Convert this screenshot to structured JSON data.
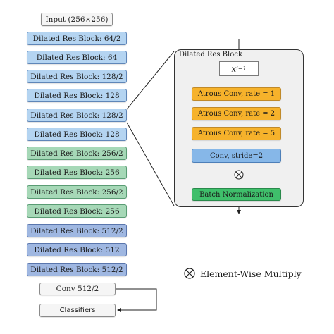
{
  "main_blocks": [
    "Input (256×256)",
    "Dilated Res Block: 64/2",
    "Dilated Res Block: 64",
    "Dilated Res Block: 128/2",
    "Dilated Res Block: 128",
    "Dilated Res Block: 128/2",
    "Dilated Res Block: 128",
    "Dilated Res Block: 256/2",
    "Dilated Res Block: 256",
    "Dilated Res Block: 256/2",
    "Dilated Res Block: 256",
    "Dilated Res Block: 512/2",
    "Dilated Res Block: 512",
    "Dilated Res Block: 512/2",
    "Conv  512/2",
    "Classifiers"
  ],
  "detail": {
    "title": "Dilated Res Block",
    "input_base": "x",
    "input_sub": "i−1",
    "steps": [
      "Atrous Conv, rate = 1",
      "Atrous Conv, rate = 2",
      "Atrous Conv, rate = 5",
      "Conv, stride=2",
      "Batch Normalization"
    ]
  },
  "legend": {
    "symbol": "⊗",
    "label": "Element-Wise Multiply"
  },
  "colors": {
    "input_fill": "#f5f5f5",
    "block_blue": "#b4d4f1",
    "block_green": "#a6d8b7",
    "block_navy": "#9fb7e1",
    "atrous_orange": "#f6b22b",
    "conv_blue": "#86b7e8",
    "bn_green": "#3fbf6b",
    "panel_fill": "#f0f0f0"
  }
}
